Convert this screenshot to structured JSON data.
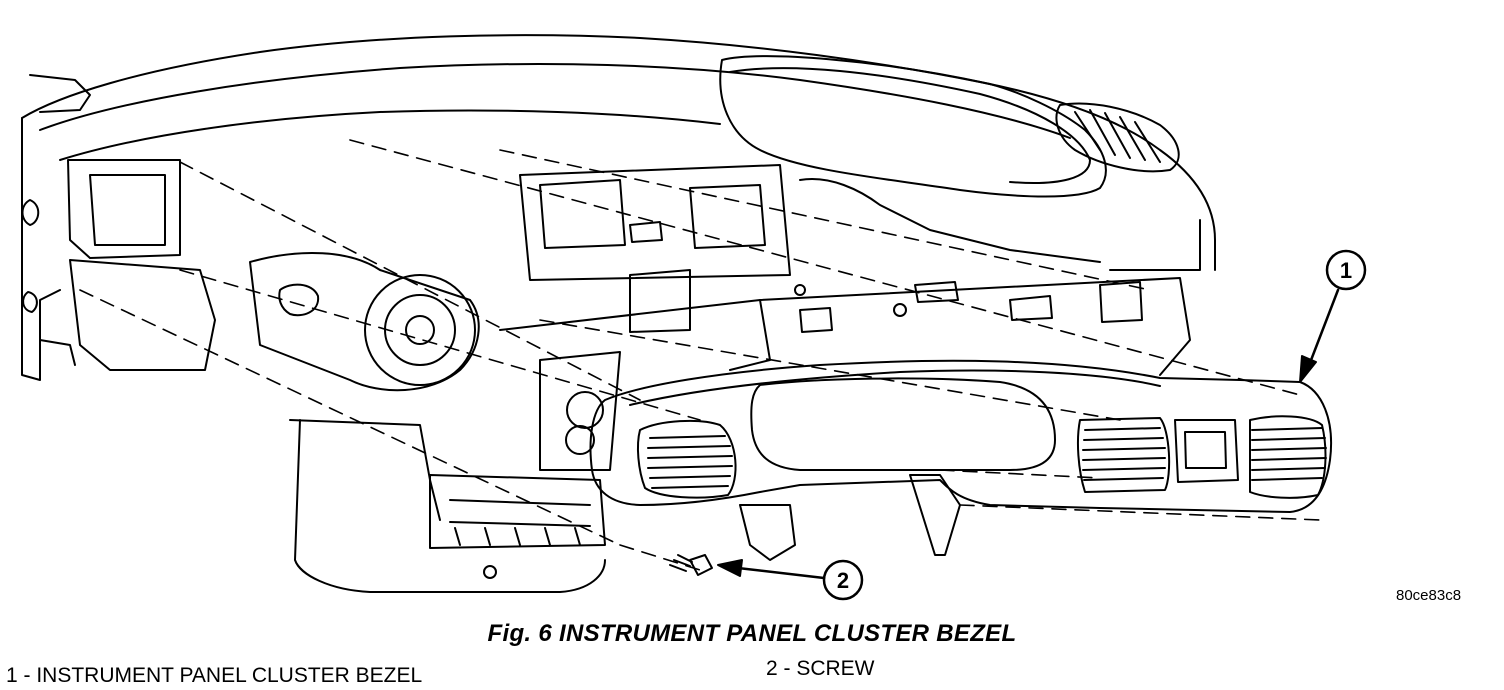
{
  "figure": {
    "title": "Fig. 6 INSTRUMENT PANEL CLUSTER BEZEL",
    "reference_code": "80ce83c8"
  },
  "legend": [
    {
      "number": "1",
      "text": "1 - INSTRUMENT PANEL CLUSTER BEZEL"
    },
    {
      "number": "2",
      "text": "2 - SCREW"
    }
  ],
  "callouts": [
    {
      "label": "1",
      "part": "INSTRUMENT PANEL CLUSTER BEZEL"
    },
    {
      "label": "2",
      "part": "SCREW"
    }
  ],
  "colors": {
    "line": "#000000",
    "background": "#ffffff"
  }
}
